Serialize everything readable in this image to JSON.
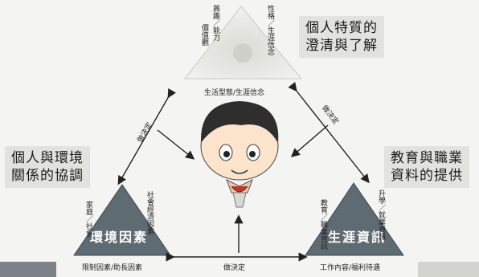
{
  "top_corner": {
    "left_vertical": "興趣／能力",
    "left_vertical2": "價值觀",
    "right_vertical": "性格／生涯信念",
    "bottom": "生活型態/生涯信念"
  },
  "left_corner": {
    "title": "環境因素",
    "left_vertical": "家庭／社會",
    "right_vertical": "社會經濟因素",
    "bottom": "限制因素/助長因素"
  },
  "right_corner": {
    "title": "生涯資訊",
    "left_vertical": "教育／職業資訊",
    "right_vertical": "升學／就業資訊",
    "bottom": "工作內容/福利待遇"
  },
  "boxes": {
    "top_right": [
      "個人特質的",
      "澄清與了解"
    ],
    "left": [
      "個人與環境",
      "關係的協調"
    ],
    "right": [
      "教育與職業",
      "資料的提供"
    ]
  },
  "edges": {
    "left": "做決定",
    "right": "做決定",
    "bottom": "做決定"
  },
  "colors": {
    "triangle": "#5f6b73",
    "box": "#e2e2de",
    "arrow": "#222222"
  }
}
